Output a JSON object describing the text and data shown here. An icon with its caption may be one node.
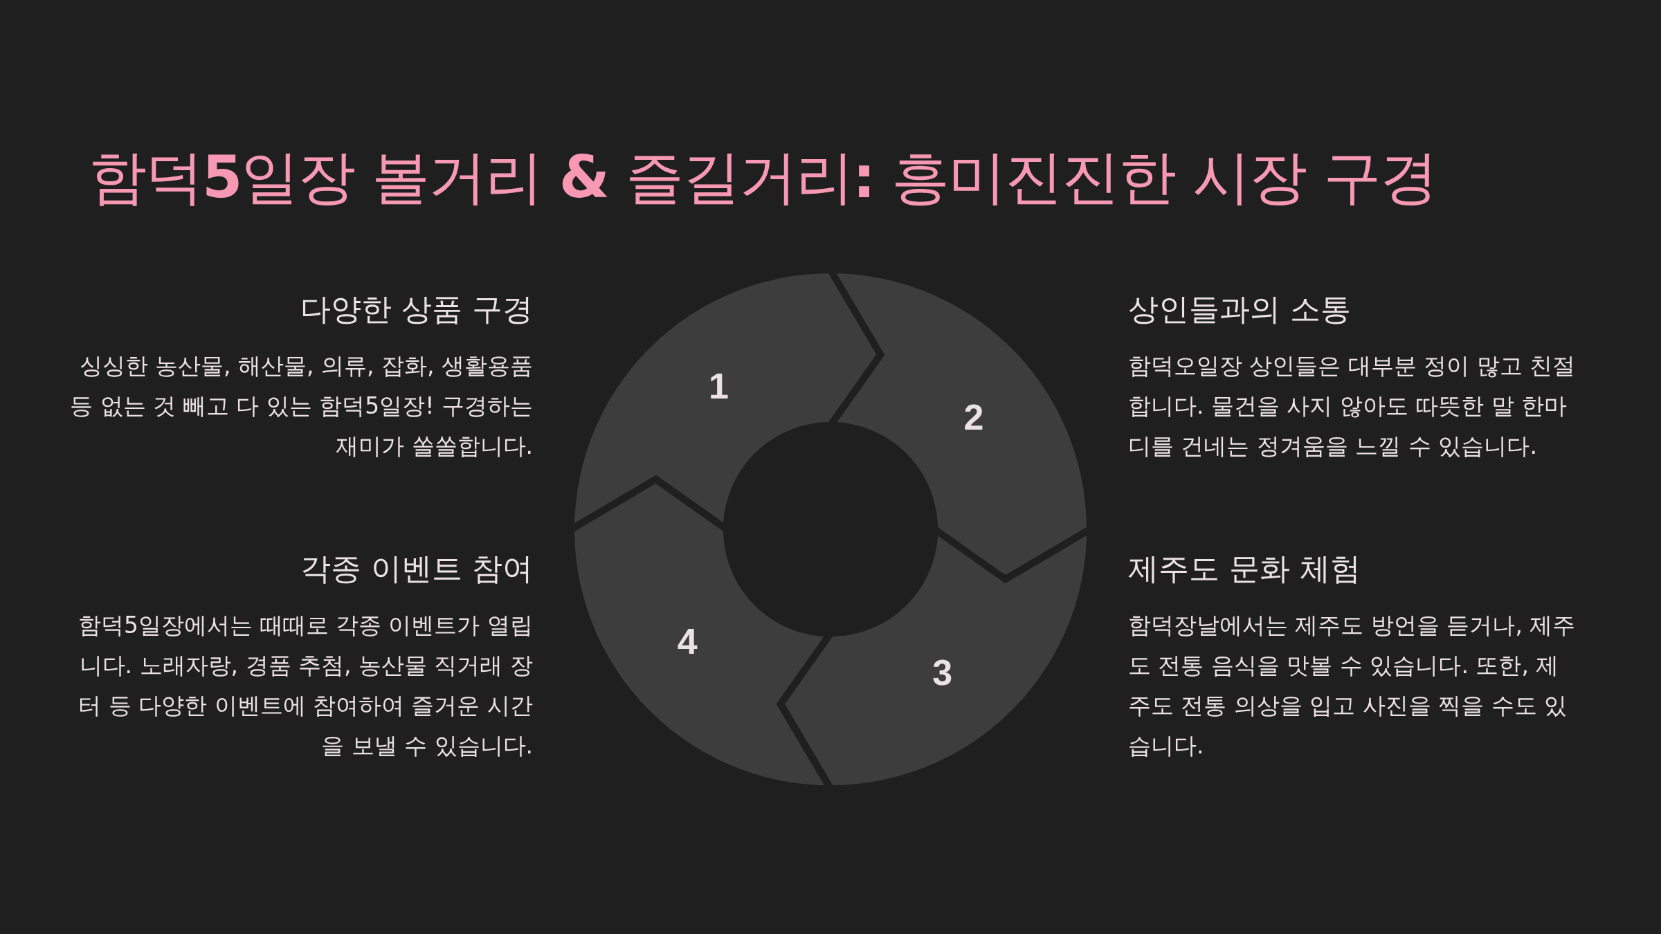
{
  "diagram": {
    "title": "함덕**5**일장 볼거리 **&** 즐길거리**:** 흥미진진한 시장 구경",
    "nodes": [
      {
        "text": [
          "1"
        ]
      },
      {
        "text": [
          "2"
        ]
      },
      {
        "text": [
          "3"
        ]
      },
      {
        "text": [
          "4"
        ]
      }
    ],
    "labels": [
      "다양한 상품 구경",
      "싱싱한 농산물, 해산물, 의류, 잡화, 생활용품 등 없는 것 빼고 다 있는 함덕5일장! 구경하는 재미가 쏠쏠합니다.",
      "상인들과의 소통",
      "함덕오일장 상인들은 대부분 정이 많고 친절합니다. 물건을 사지 않아도 따뜻한 말 한마디를 건네는 정겨움을 느낄 수 있습니다.",
      "각종 이벤트 참여",
      "함덕5일장에서는 때때로 각종 이벤트가 열립니다. 노래자랑, 경품 추첨, 농산물 직거래 장터 등 다양한 이벤트에 참여하여 즐거운 시간을 보낼 수 있습니다.",
      "제주도 문화 체험",
      "함덕장날에서는 제주도 방언을 듣거나, 제주도 전통 음식을 맛볼 수 있습니다. 또한, 제주도 전통 의상을 입고 사진을 찍을 수도 있습니다."
    ]
  }
}
